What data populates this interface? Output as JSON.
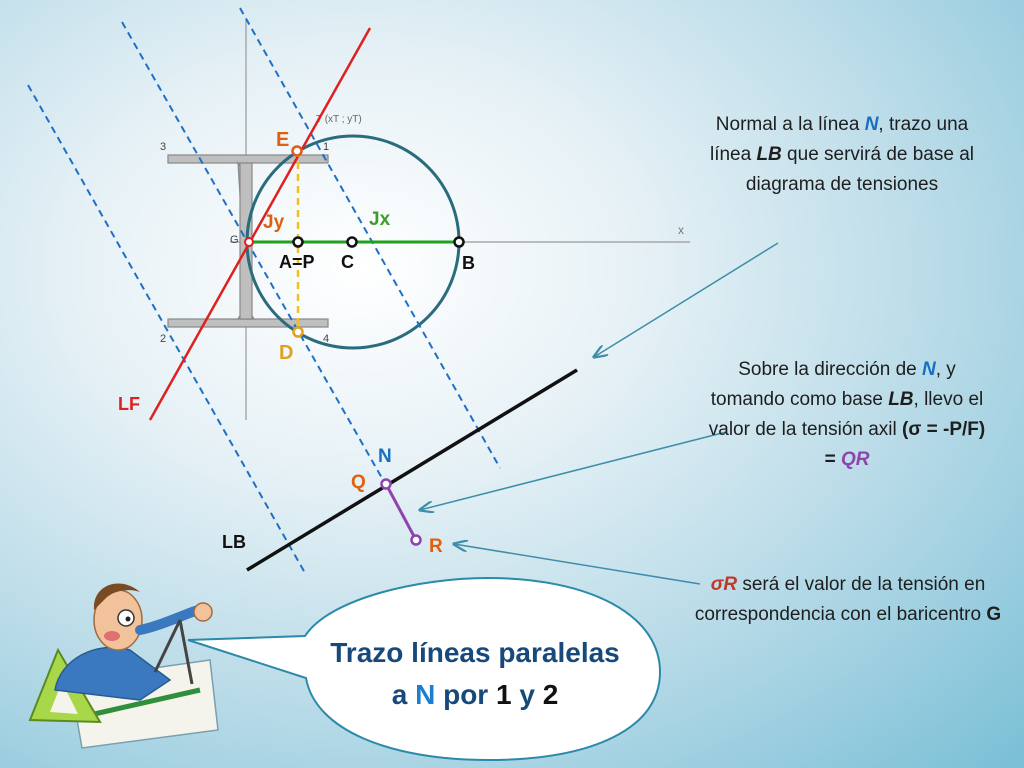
{
  "diagram": {
    "labels": {
      "E": "E",
      "Jy": "Jy",
      "Jx": "Jx",
      "AP": "A=P",
      "C": "C",
      "B": "B",
      "D": "D",
      "LF": "LF",
      "N": "N",
      "Q": "Q",
      "R": "R",
      "LB": "LB",
      "G": "G",
      "x": "x",
      "T": "T (xT ; yT)",
      "c1": "1",
      "c2": "2",
      "c3": "3",
      "c4": "4"
    },
    "colors": {
      "red_line": "#e02020",
      "blue_dashed": "#1f6fc4",
      "green_segment": "#1fa01f",
      "circle": "#2a6b7c",
      "yellow_dashed": "#f0c020",
      "purple_segment": "#8e44ad",
      "label_orange": "#e06010",
      "label_green": "#3aa02a",
      "label_blue": "#1a6fc0"
    }
  },
  "notes": {
    "note1": {
      "p1": "Normal a la línea ",
      "n": "N",
      "p2": ", trazo una línea ",
      "lb": "LB",
      "p3": " que servirá de base al diagrama de tensiones"
    },
    "note2": {
      "p1": "Sobre la dirección de ",
      "n": "N",
      "p2": ", y tomando como base ",
      "lb": "LB",
      "p3": ", llevo el valor de la tensión axil ",
      "formula": "(σ = -P/F) = ",
      "qr": "QR"
    },
    "note3": {
      "sigma": "σR",
      "p1": " será el valor de la tensión en correspondencia con el baricentro ",
      "g": "G"
    }
  },
  "bubble": {
    "line1": "Trazo líneas paralelas",
    "line2a": "a ",
    "n": "N",
    "line2b": " por ",
    "one": "1",
    "y": " y ",
    "two": "2"
  }
}
